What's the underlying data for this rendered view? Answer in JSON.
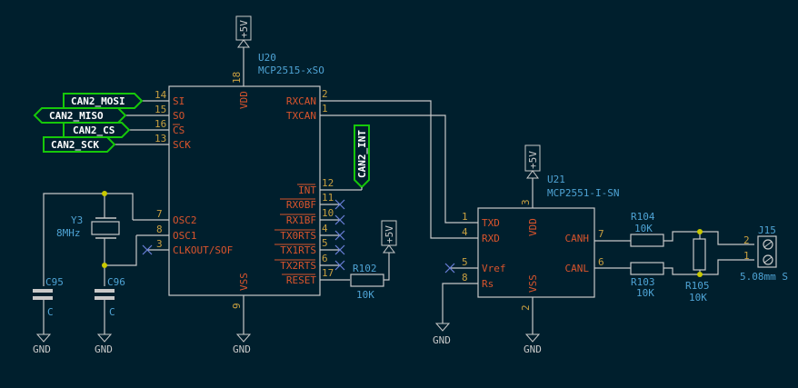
{
  "u20": {
    "ref": "U20",
    "value": "MCP2515-xSO",
    "left_pins": [
      {
        "name": "SI",
        "num": "14"
      },
      {
        "name": "SO",
        "num": "15"
      },
      {
        "name": "CS",
        "num": "16"
      },
      {
        "name": "SCK",
        "num": "13"
      },
      {
        "name": "OSC2",
        "num": "7"
      },
      {
        "name": "OSC1",
        "num": "8"
      },
      {
        "name": "CLKOUT/SOF",
        "num": "3"
      }
    ],
    "right_pins": [
      {
        "name": "RXCAN",
        "num": "2"
      },
      {
        "name": "TXCAN",
        "num": "1"
      },
      {
        "name": "INT",
        "num": "12"
      },
      {
        "name": "RX0BF",
        "num": "11"
      },
      {
        "name": "RX1BF",
        "num": "10"
      },
      {
        "name": "TX0RTS",
        "num": "4"
      },
      {
        "name": "TX1RTS",
        "num": "5"
      },
      {
        "name": "TX2RTS",
        "num": "6"
      },
      {
        "name": "RESET",
        "num": "17"
      }
    ],
    "vdd": {
      "name": "VDD",
      "num": "18"
    },
    "vss": {
      "name": "VSS",
      "num": "9"
    }
  },
  "u21": {
    "ref": "U21",
    "value": "MCP2551-I-SN",
    "left_pins": [
      {
        "name": "TXD",
        "num": "1"
      },
      {
        "name": "RXD",
        "num": "4"
      },
      {
        "name": "Vref",
        "num": "5"
      },
      {
        "name": "Rs",
        "num": "8"
      }
    ],
    "right_pins": [
      {
        "name": "CANH",
        "num": "7"
      },
      {
        "name": "CANL",
        "num": "6"
      }
    ],
    "vdd": {
      "name": "VDD",
      "num": "3"
    },
    "vss": {
      "name": "VSS",
      "num": "2"
    }
  },
  "nets": {
    "mosi": "CAN2_MOSI",
    "miso": "CAN2_MISO",
    "cs": "CAN2_CS",
    "sck": "CAN2_SCK",
    "int": "CAN2_INT"
  },
  "power": {
    "p5v": "+5V",
    "gnd": "GND"
  },
  "components": {
    "y3": {
      "ref": "Y3",
      "value": "8MHz"
    },
    "c95": {
      "ref": "C95",
      "value": "C"
    },
    "c96": {
      "ref": "C96",
      "value": "C"
    },
    "r102": {
      "ref": "R102",
      "value": "10K"
    },
    "r103": {
      "ref": "R103",
      "value": "10K"
    },
    "r104": {
      "ref": "R104",
      "value": "10K"
    },
    "r105": {
      "ref": "R105",
      "value": "10K"
    },
    "j15": {
      "ref": "J15",
      "value": "5.08mm S",
      "pin1": "1",
      "pin2": "2"
    }
  },
  "colors": {
    "background": "#001f2d",
    "wire": "#c8c8c8",
    "body": "#c8c8c8",
    "pin_label": "#d9542c",
    "pin_num": "#c8a040",
    "ref": "#4ea3d4",
    "net_label": "#16c80a",
    "no_connect": "#6a7fd8"
  }
}
